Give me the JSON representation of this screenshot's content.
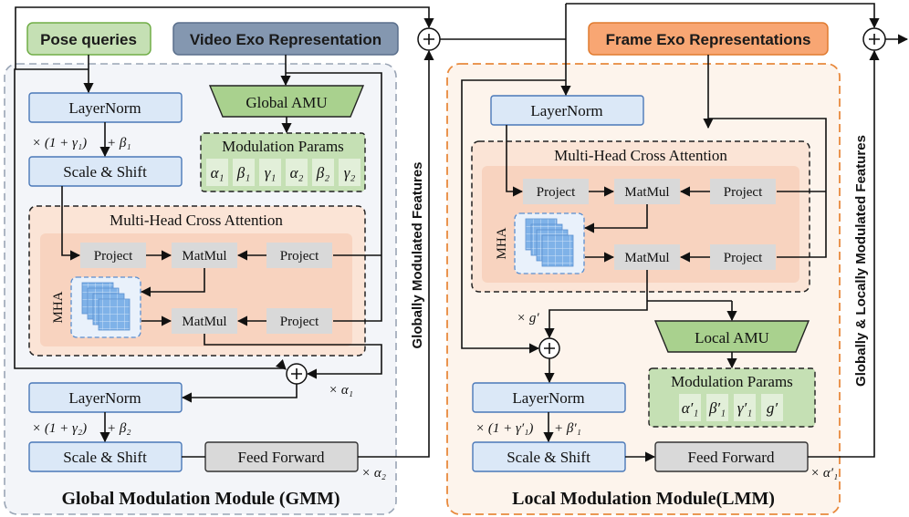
{
  "tags": {
    "pose_queries": "Pose queries",
    "video_exo": "Video Exo Representation",
    "frame_exo": "Frame Exo Representations"
  },
  "gmm": {
    "title": "Global Modulation Module (GMM)",
    "layernorm_1": "LayerNorm",
    "scale_1_label": "× (1 + γ₁)",
    "shift_1_label": "+ β₁",
    "scale_shift_1": "Scale & Shift",
    "global_amu": "Global AMU",
    "mod_params_title": "Modulation Params",
    "mod_params": [
      "α₁",
      "β₁",
      "γ₁",
      "α₂",
      "β₂",
      "γ₂"
    ],
    "mhca_title": "Multi-Head Cross Attention",
    "project_q": "Project",
    "project_k": "Project",
    "project_v": "Project",
    "matmul_1": "MatMul",
    "matmul_2": "MatMul",
    "mha_label": "MHA",
    "alpha1_label": "× α₁",
    "layernorm_2": "LayerNorm",
    "scale_2_label": "× (1 + γ₂)",
    "shift_2_label": "+ β₂",
    "scale_shift_2": "Scale & Shift",
    "feed_forward": "Feed Forward",
    "alpha2_label": "× α₂"
  },
  "lmm": {
    "title": "Local Modulation Module(LMM)",
    "layernorm_1": "LayerNorm",
    "mhca_title": "Multi-Head Cross Attention",
    "project_q": "Project",
    "project_k": "Project",
    "project_v": "Project",
    "matmul_1": "MatMul",
    "matmul_2": "MatMul",
    "mha_label": "MHA",
    "g_label": "× g′",
    "local_amu": "Local AMU",
    "mod_params_title": "Modulation Params",
    "mod_params": [
      "α′₁",
      "β′₁",
      "γ′₁",
      "g′"
    ],
    "layernorm_2": "LayerNorm",
    "scale_label": "× (1 + γ′₁)",
    "shift_label": "+ β′₁",
    "scale_shift": "Scale & Shift",
    "feed_forward": "Feed Forward",
    "alpha_label": "× α′₁"
  },
  "side_labels": {
    "global": "Globally Modulated Features",
    "global_local": "Globally & Locally Modulated Features"
  },
  "colors": {
    "blue_box": "#dbe8f7",
    "blue_border": "#4a78b8",
    "gray_box": "#d9d9d9",
    "green_box": "#a9d18e",
    "green_light": "#e2efd9",
    "mhca_fill": "#f8d9c8",
    "gmm_bg": "#f3f5f9",
    "lmm_bg": "#fdf4ec",
    "lmm_border": "#e8893c",
    "tag_green": "#c5e0b4",
    "tag_slate": "#8497b0",
    "tag_orange": "#f8a673"
  }
}
